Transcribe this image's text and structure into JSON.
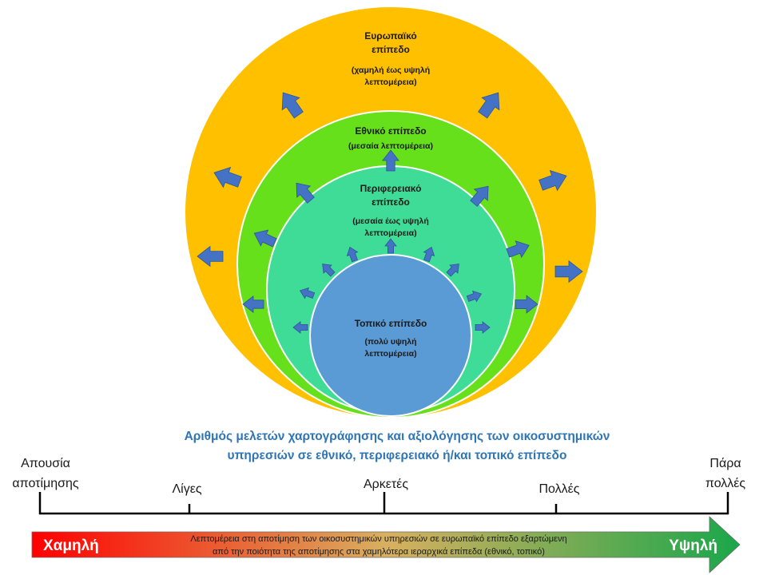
{
  "levels": {
    "european": {
      "title_l1": "Ευρωπαϊκό",
      "title_l2": "επίπεδο",
      "detail_l1": "(χαμηλή έως υψηλή",
      "detail_l2": "λεπτομέρεια)"
    },
    "national": {
      "title": "Εθνικό επίπεδο",
      "detail": "(μεσαία λεπτομέρεια)"
    },
    "regional": {
      "title_l1": "Περιφερειακό",
      "title_l2": "επίπεδο",
      "detail_l1": "(μεσαία έως υψηλή",
      "detail_l2": "λεπτομέρεια)"
    },
    "local": {
      "title": "Τοπικό επίπεδο",
      "detail_l1": "(πολύ υψηλή",
      "detail_l2": "λεπτομέρεια)"
    }
  },
  "caption": {
    "line1": "Αριθμός μελετών χαρτογράφησης  και αξιολόγησης  των οικοσυστημικών",
    "line2": "υπηρεσιών σε εθνικό, περιφερειακό ή/και τοπικό επίπεδο"
  },
  "scale": {
    "none_l1": "Απουσία",
    "none_l2": "αποτίμησης",
    "few": "Λίγες",
    "several": "Αρκετές",
    "many": "Πολλές",
    "very_many_l1": "Πάρα",
    "very_many_l2": "πολλές"
  },
  "bar": {
    "low": "Χαμηλή",
    "high": "Υψηλή",
    "text_l1": "Λεπτομέρεια στη αποτίμηση των οικοσυστημικών υπηρεσιών σε ευρωπαϊκό επίπεδο εξαρτώμενη",
    "text_l2": "από την ποιότητα της αποτίμησης στα χαμηλότερα ιεραρχικά επίπεδα (εθνικό, τοπικό)"
  },
  "colors": {
    "european": "#ffc000",
    "national": "#66e01a",
    "regional": "#3fdc98",
    "local": "#5b9bd5",
    "arrows": "#4472c4",
    "caption": "#2f75b5",
    "bar_low": "#ff0000",
    "bar_high": "#1aa74a"
  }
}
